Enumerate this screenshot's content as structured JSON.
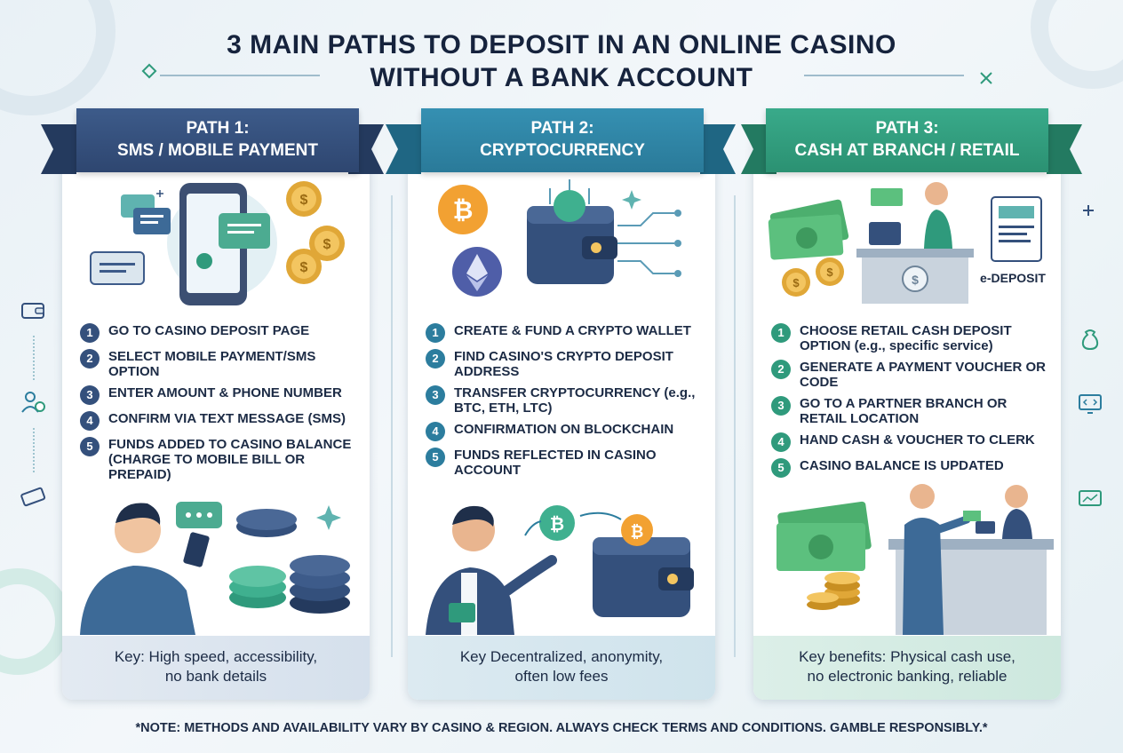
{
  "title": {
    "line1": "3 MAIN PATHS TO DEPOSIT IN AN ONLINE CASINO",
    "line2": "WITHOUT A BANK ACCOUNT"
  },
  "colors": {
    "path1": "#34507c",
    "path2": "#2c7d9e",
    "path3": "#2f9a7c",
    "bitcoin": "#f2a132",
    "ethereum": "#4f5ea8",
    "cash": "#4caf6e",
    "coin": "#e0a737"
  },
  "paths": [
    {
      "ribbon_line1": "PATH 1:",
      "ribbon_line2": "SMS / MOBILE PAYMENT",
      "steps": [
        {
          "num": "1",
          "text": "GO TO CASINO DEPOSIT PAGE"
        },
        {
          "num": "2",
          "text": "SELECT MOBILE PAYMENT/SMS OPTION"
        },
        {
          "num": "3",
          "text": "ENTER AMOUNT & PHONE NUMBER"
        },
        {
          "num": "4",
          "text": "CONFIRM VIA TEXT MESSAGE (SMS)"
        },
        {
          "num": "5",
          "text": "FUNDS ADDED TO CASINO BALANCE (CHARGE TO MOBILE BILL OR PREPAID)"
        }
      ],
      "key_line1": "Key: High speed, accessibility,",
      "key_line2": "no bank details"
    },
    {
      "ribbon_line1": "PATH 2:",
      "ribbon_line2": "CRYPTOCURRENCY",
      "steps": [
        {
          "num": "1",
          "text": "CREATE & FUND A CRYPTO WALLET"
        },
        {
          "num": "2",
          "text": "FIND CASINO'S CRYPTO DEPOSIT ADDRESS"
        },
        {
          "num": "3",
          "text": "TRANSFER CRYPTOCURRENCY (e.g., BTC, ETH, LTC)"
        },
        {
          "num": "4",
          "text": "CONFIRMATION ON BLOCKCHAIN"
        },
        {
          "num": "5",
          "text": "FUNDS REFLECTED IN CASINO ACCOUNT"
        }
      ],
      "key_line1": "Key Decentralized, anonymity,",
      "key_line2": "often low fees"
    },
    {
      "ribbon_line1": "PATH 3:",
      "ribbon_line2": "CASH AT BRANCH / RETAIL",
      "edeposit_label": "e-DEPOSIT",
      "steps": [
        {
          "num": "1",
          "text": "CHOOSE RETAIL CASH DEPOSIT OPTION (e.g., specific service)"
        },
        {
          "num": "2",
          "text": "GENERATE A PAYMENT VOUCHER OR CODE"
        },
        {
          "num": "3",
          "text": "GO TO A PARTNER BRANCH OR RETAIL LOCATION"
        },
        {
          "num": "4",
          "text": "HAND CASH & VOUCHER TO CLERK"
        },
        {
          "num": "5",
          "text": "CASINO BALANCE IS UPDATED"
        }
      ],
      "key_line1": "Key benefits: Physical cash use,",
      "key_line2": "no electronic banking, reliable"
    }
  ],
  "note": "*NOTE: METHODS AND AVAILABILITY VARY BY CASINO & REGION. ALWAYS CHECK TERMS AND CONDITIONS. GAMBLE RESPONSIBLY.*",
  "icons": {
    "message": "$",
    "bitcoin": "₿",
    "dollar": "$"
  }
}
